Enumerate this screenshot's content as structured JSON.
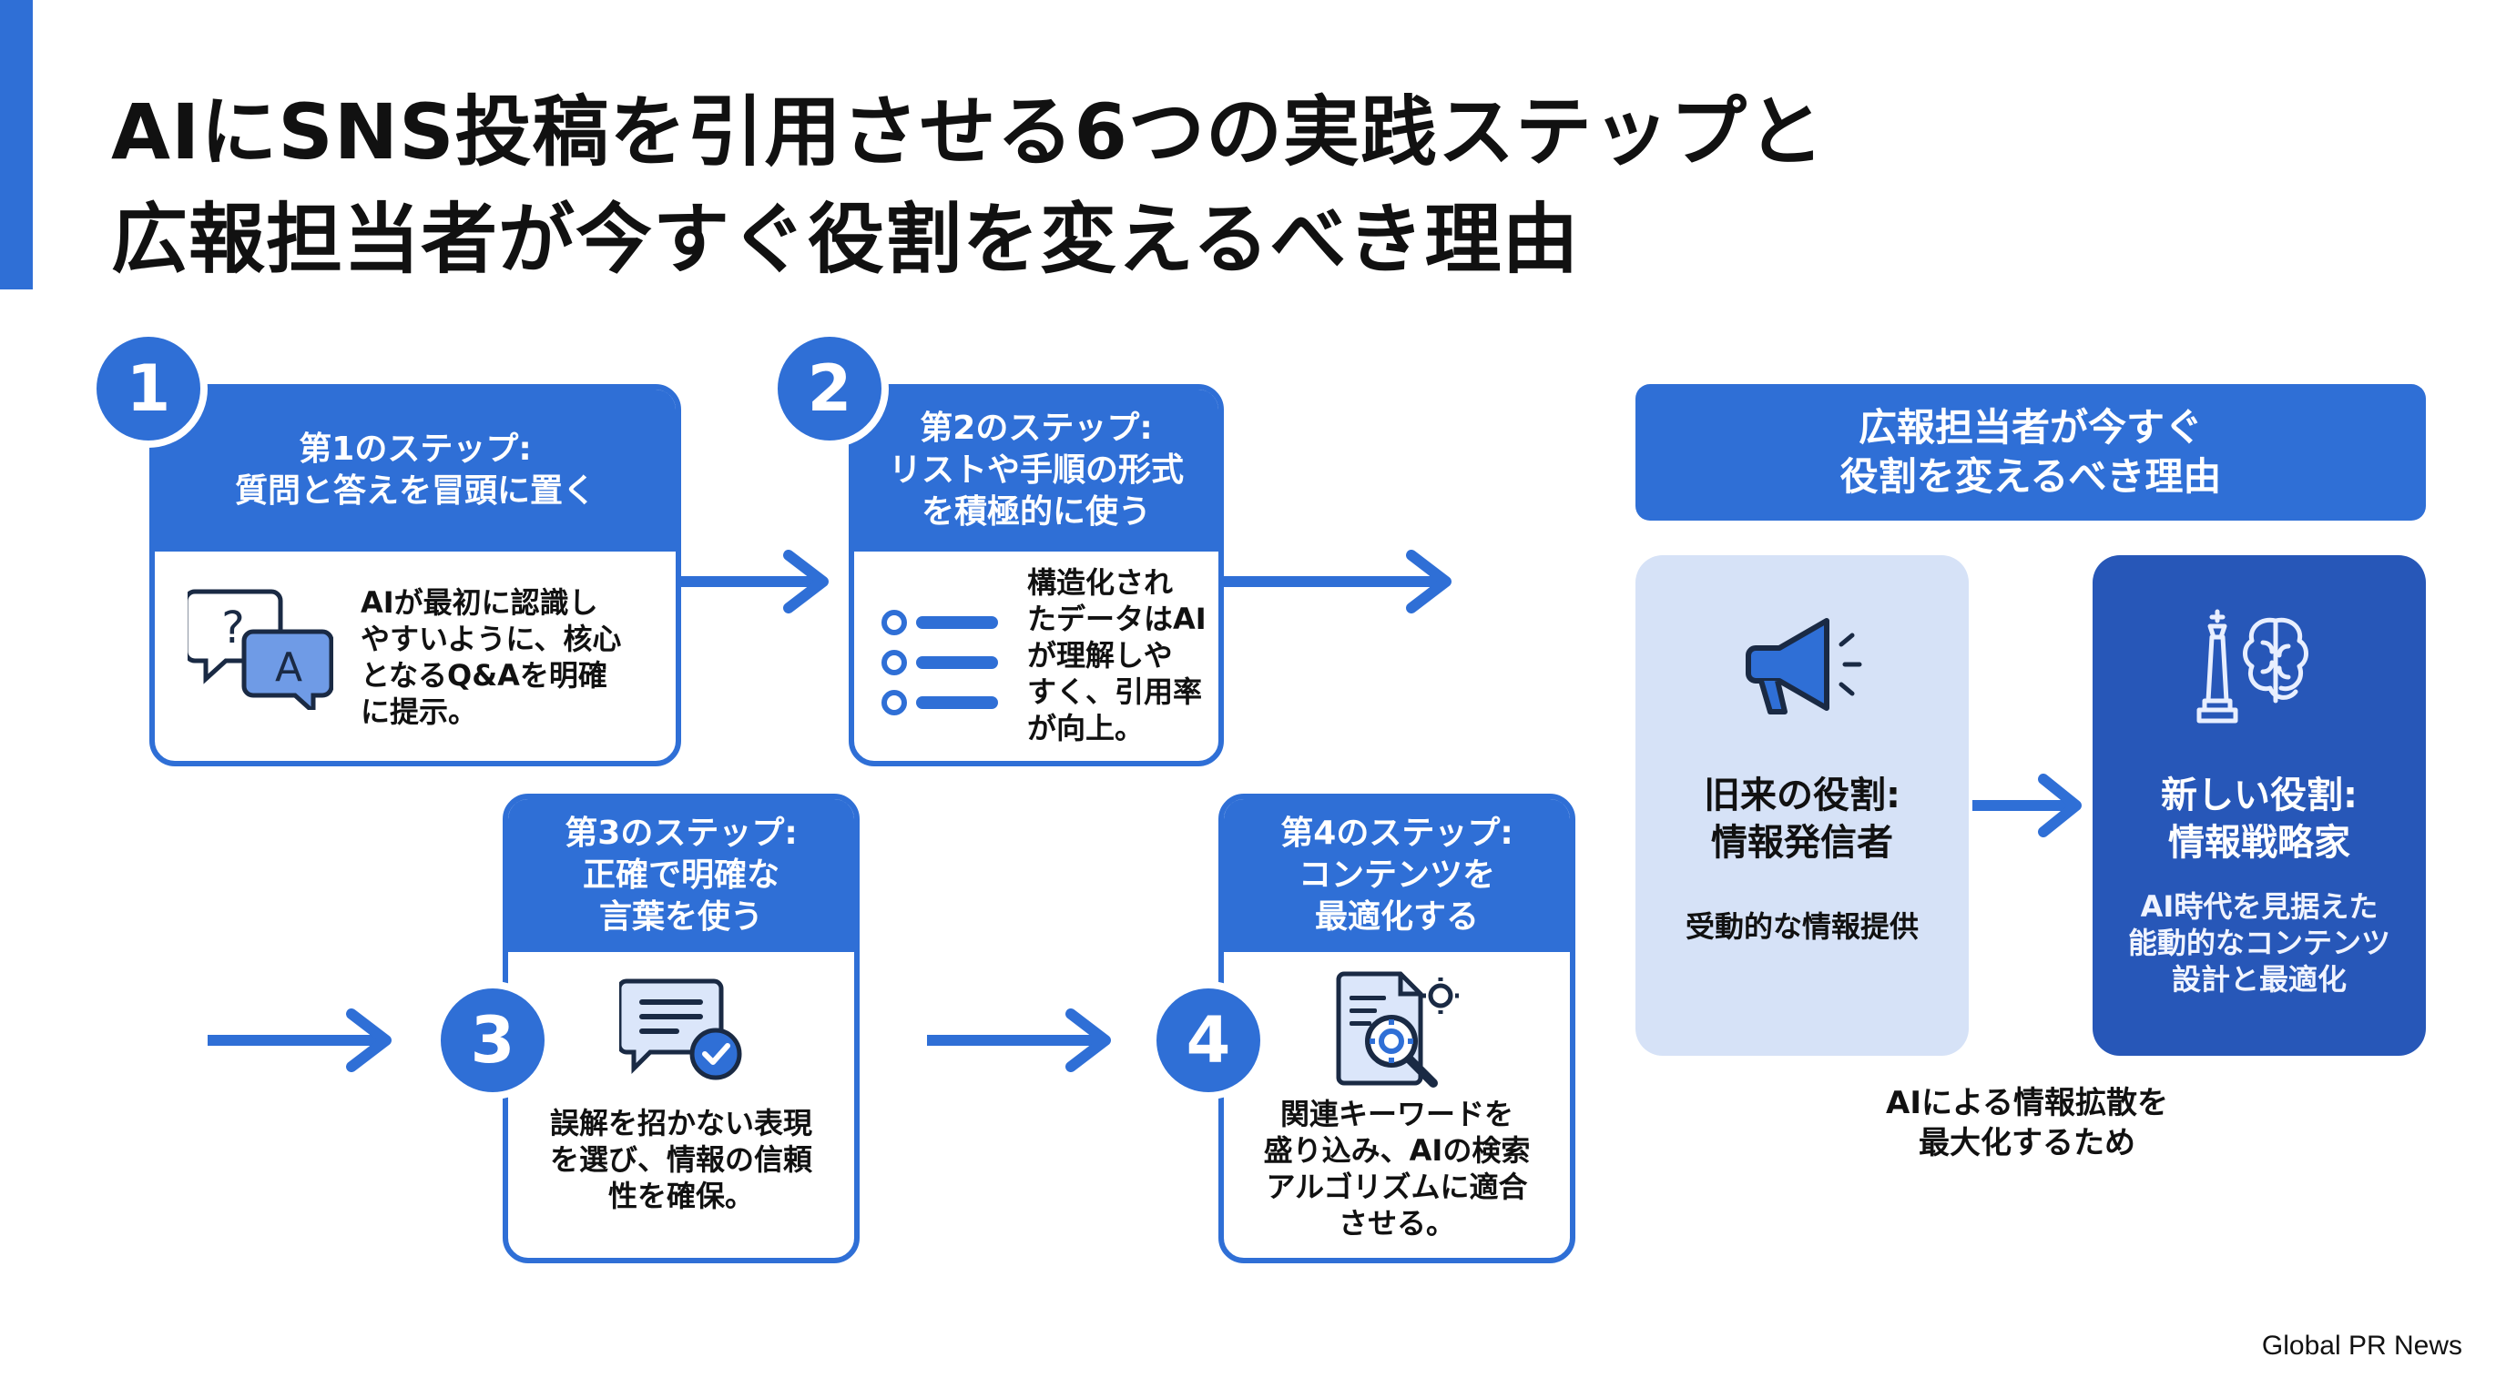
{
  "title": {
    "line1": "AIにSNS投稿を引用させる6つの実践ステップと",
    "line2": "広報担当者が今すぐ役割を変えるべき理由"
  },
  "steps": [
    {
      "number": "1",
      "heading_line1": "第1のステップ:",
      "heading_line2": "質問と答えを冒頭に置く",
      "body_lines": [
        "AIが最初に認識し",
        "やすいように、核心",
        "となるQ&Aを明確",
        "に提示。"
      ],
      "icon": "qa-chat-icon",
      "icon_letter_q": "?",
      "icon_letter_a": "A"
    },
    {
      "number": "2",
      "heading_line1": "第2のステップ:",
      "heading_line2": "リストや手順の形式",
      "heading_line3": "を積極的に使う",
      "body_lines": [
        "構造化され",
        "たデータはAI",
        "が理解しや",
        "すく、引用率",
        "が向上。"
      ],
      "icon": "list-icon"
    },
    {
      "number": "3",
      "heading_line1": "第3のステップ:",
      "heading_line2": "正確で明確な",
      "heading_line3": "言葉を使う",
      "body_lines": [
        "誤解を招かない表現",
        "を選び、情報の信頼",
        "性を確保。"
      ],
      "icon": "verified-message-icon"
    },
    {
      "number": "4",
      "heading_line1": "第4のステップ:",
      "heading_line2": "コンテンツを",
      "heading_line3": "最適化する",
      "body_lines": [
        "関連キーワードを",
        "盛り込み、AIの検索",
        "アルゴリズムに適合",
        "させる。"
      ],
      "icon": "document-search-gear-icon"
    }
  ],
  "reason": {
    "banner_line1": "広報担当者が今すぐ",
    "banner_line2": "役割を変えるべき理由",
    "old_role": {
      "title_line1": "旧来の役割:",
      "title_line2": "情報発信者",
      "desc": "受動的な情報提供",
      "icon": "megaphone-icon"
    },
    "new_role": {
      "title_line1": "新しい役割:",
      "title_line2": "情報戦略家",
      "desc_line1": "AI時代を見据えた",
      "desc_line2": "能動的なコンテンツ",
      "desc_line3": "設計と最適化",
      "icon": "chess-brain-icon"
    },
    "note_line1": "AIによる情報拡散を",
    "note_line2": "最大化するため"
  },
  "credit": "Global PR News",
  "colors": {
    "primary": "#2f6fd6",
    "dark_blue": "#2757b8",
    "light_blue": "#d6e2f7"
  }
}
